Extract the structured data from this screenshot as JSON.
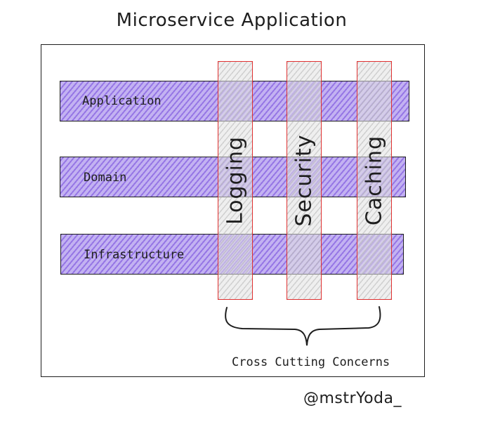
{
  "title": "Microservice Application",
  "layers": [
    {
      "label": "Application"
    },
    {
      "label": "Domain"
    },
    {
      "label": "Infrastructure"
    }
  ],
  "concerns": [
    {
      "label": "Logging"
    },
    {
      "label": "Security"
    },
    {
      "label": "Caching"
    }
  ],
  "group_label": "Cross Cutting Concerns",
  "author_handle": "@mstrYoda_",
  "colors": {
    "layer_fill": "#b9a5f0",
    "layer_hatch": "#7850dc",
    "concern_border": "#e03131",
    "ink": "#1e1e1e"
  }
}
